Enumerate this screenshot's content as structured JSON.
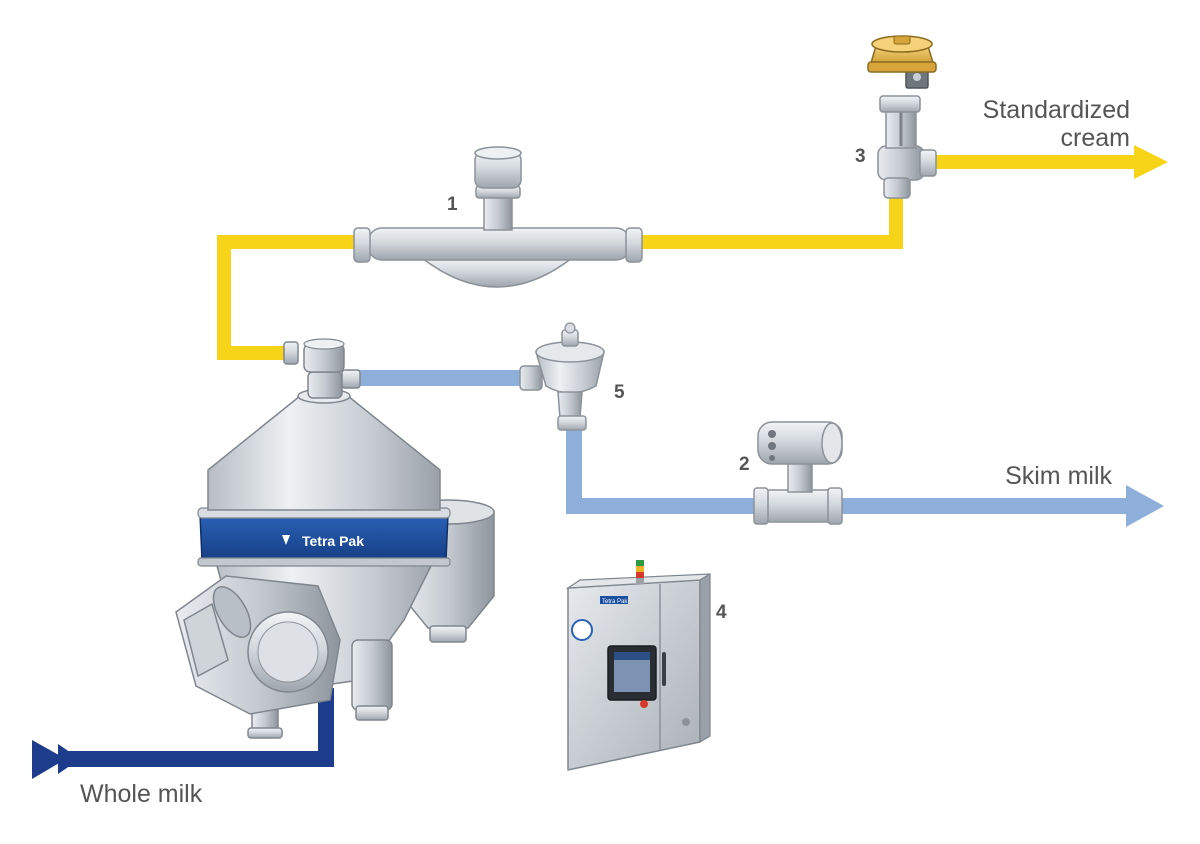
{
  "brand": {
    "separator_badge": "Tetra Pak",
    "cabinet_badge": "Tetra Pak"
  },
  "flows": {
    "whole_milk": "Whole milk",
    "skim_milk": "Skim milk",
    "standardized_cream_line1": "Standardized",
    "standardized_cream_line2": "cream"
  },
  "components": {
    "c1": "1",
    "c2": "2",
    "c3": "3",
    "c4": "4",
    "c5": "5"
  },
  "colors": {
    "cream_line": "#f7d417",
    "skim_line": "#8fafdb",
    "whole_milk_line": "#1d3d8c",
    "separator_band": "#1b4fa0",
    "steel": "#c9ced4",
    "label_text": "#555555"
  }
}
